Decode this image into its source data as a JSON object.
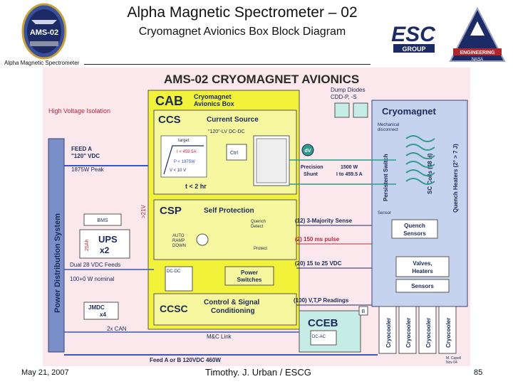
{
  "header": {
    "title": "Alpha Magnetic Spectrometer – 02",
    "subtitle": "Cryomagnet Avionics Box Block Diagram",
    "org_caption": "Alpha Magnetic Spectrometer"
  },
  "logos": {
    "ams": "AMS-02",
    "esc": "ESC",
    "esc_group": "GROUP",
    "engineering": "ENGINEERING",
    "nasa": "NASA"
  },
  "diagram": {
    "title": "AMS-02 CRYOMAGNET AVIONICS",
    "cab": "CAB",
    "cab_desc_1": "Cryomagnet",
    "cab_desc_2": "Avionics Box",
    "hv_isolation": "High Voltage Isolation",
    "dump_diodes_1": "Dump Diodes",
    "dump_diodes_2": "CDD-P, -S",
    "cryomagnet": "Cryomagnet",
    "mech_disconnect_1": "Mechanical",
    "mech_disconnect_2": "disconnect",
    "ccs": "CCS",
    "ccs_desc": "Current Source",
    "lv_dcdc": "\"120\"-LV DC-DC",
    "graph_target": "target",
    "graph_i": "I < 459.5A",
    "graph_p": "P < 1875W",
    "graph_v": "V < 10 V",
    "graph_t": "t < 2 hr",
    "ctrl": "Ctrl",
    "dv": "dV",
    "precision_shunt_1": "Precision",
    "precision_shunt_2": "Shunt",
    "power_range_1": "1500 W",
    "power_range_2": "I to 459.5 A",
    "persistent_switch": "Persistent Switch",
    "sc_coils": "SC Coils (48 H)",
    "quench_heaters": "Quench Heaters (2° > 7 J)",
    "feed_1": "FEED A",
    "feed_2": "\"120\" VDC",
    "feed_peak": "1875W Peak",
    "pds": "Power Distribution System",
    "bms": "BMS",
    "ups_1": "UPS",
    "ups_2": "x2",
    "ups_cap": "25Ah",
    "v21": ">21V",
    "csp": "CSP",
    "csp_desc": "Self Protection",
    "auto_ramp_1": "AUTO",
    "auto_ramp_2": "RAMP",
    "auto_ramp_3": "DOWN",
    "quench_detect_1": "Quench",
    "quench_detect_2": "Detect",
    "protect": "Protect",
    "majority_sense": "(12) 3-Majority Sense",
    "pulse": "(2) 150 ms pulse",
    "range_vdc": "(20) 15 to 25 VDC",
    "sensor_label": "Sensor",
    "quench_sensors_1": "Quench",
    "quench_sensors_2": "Sensors",
    "valves_1": "Valves,",
    "valves_2": "Heaters",
    "sensors": "Sensors",
    "dual_feeds": "Dual 28 VDC Feeds",
    "nominal": "100+0 W nominal",
    "dcdc": "DC-DC",
    "power_switches_1": "Power",
    "power_switches_2": "Switches",
    "jmdc_1": "JMDC",
    "jmdc_2": "x4",
    "ccsc": "CCSC",
    "ccsc_desc_1": "Control & Signal",
    "ccsc_desc_2": "Conditioning",
    "readings": "(100) V,T,P Readings",
    "can": "2x CAN",
    "mc_link": "M&C Link",
    "cceb": "CCEB",
    "dcac": "DC-AC",
    "b_label": "B",
    "cryocooler": "Cryocooler",
    "feed_bottom": "Feed A or B 120VDC 460W",
    "m_capell_1": "M. Capell",
    "m_capell_2": "Nov 04"
  },
  "footer": {
    "date": "May 21, 2007",
    "author": "Timothy. J. Urban / ESCG",
    "page": "85"
  }
}
